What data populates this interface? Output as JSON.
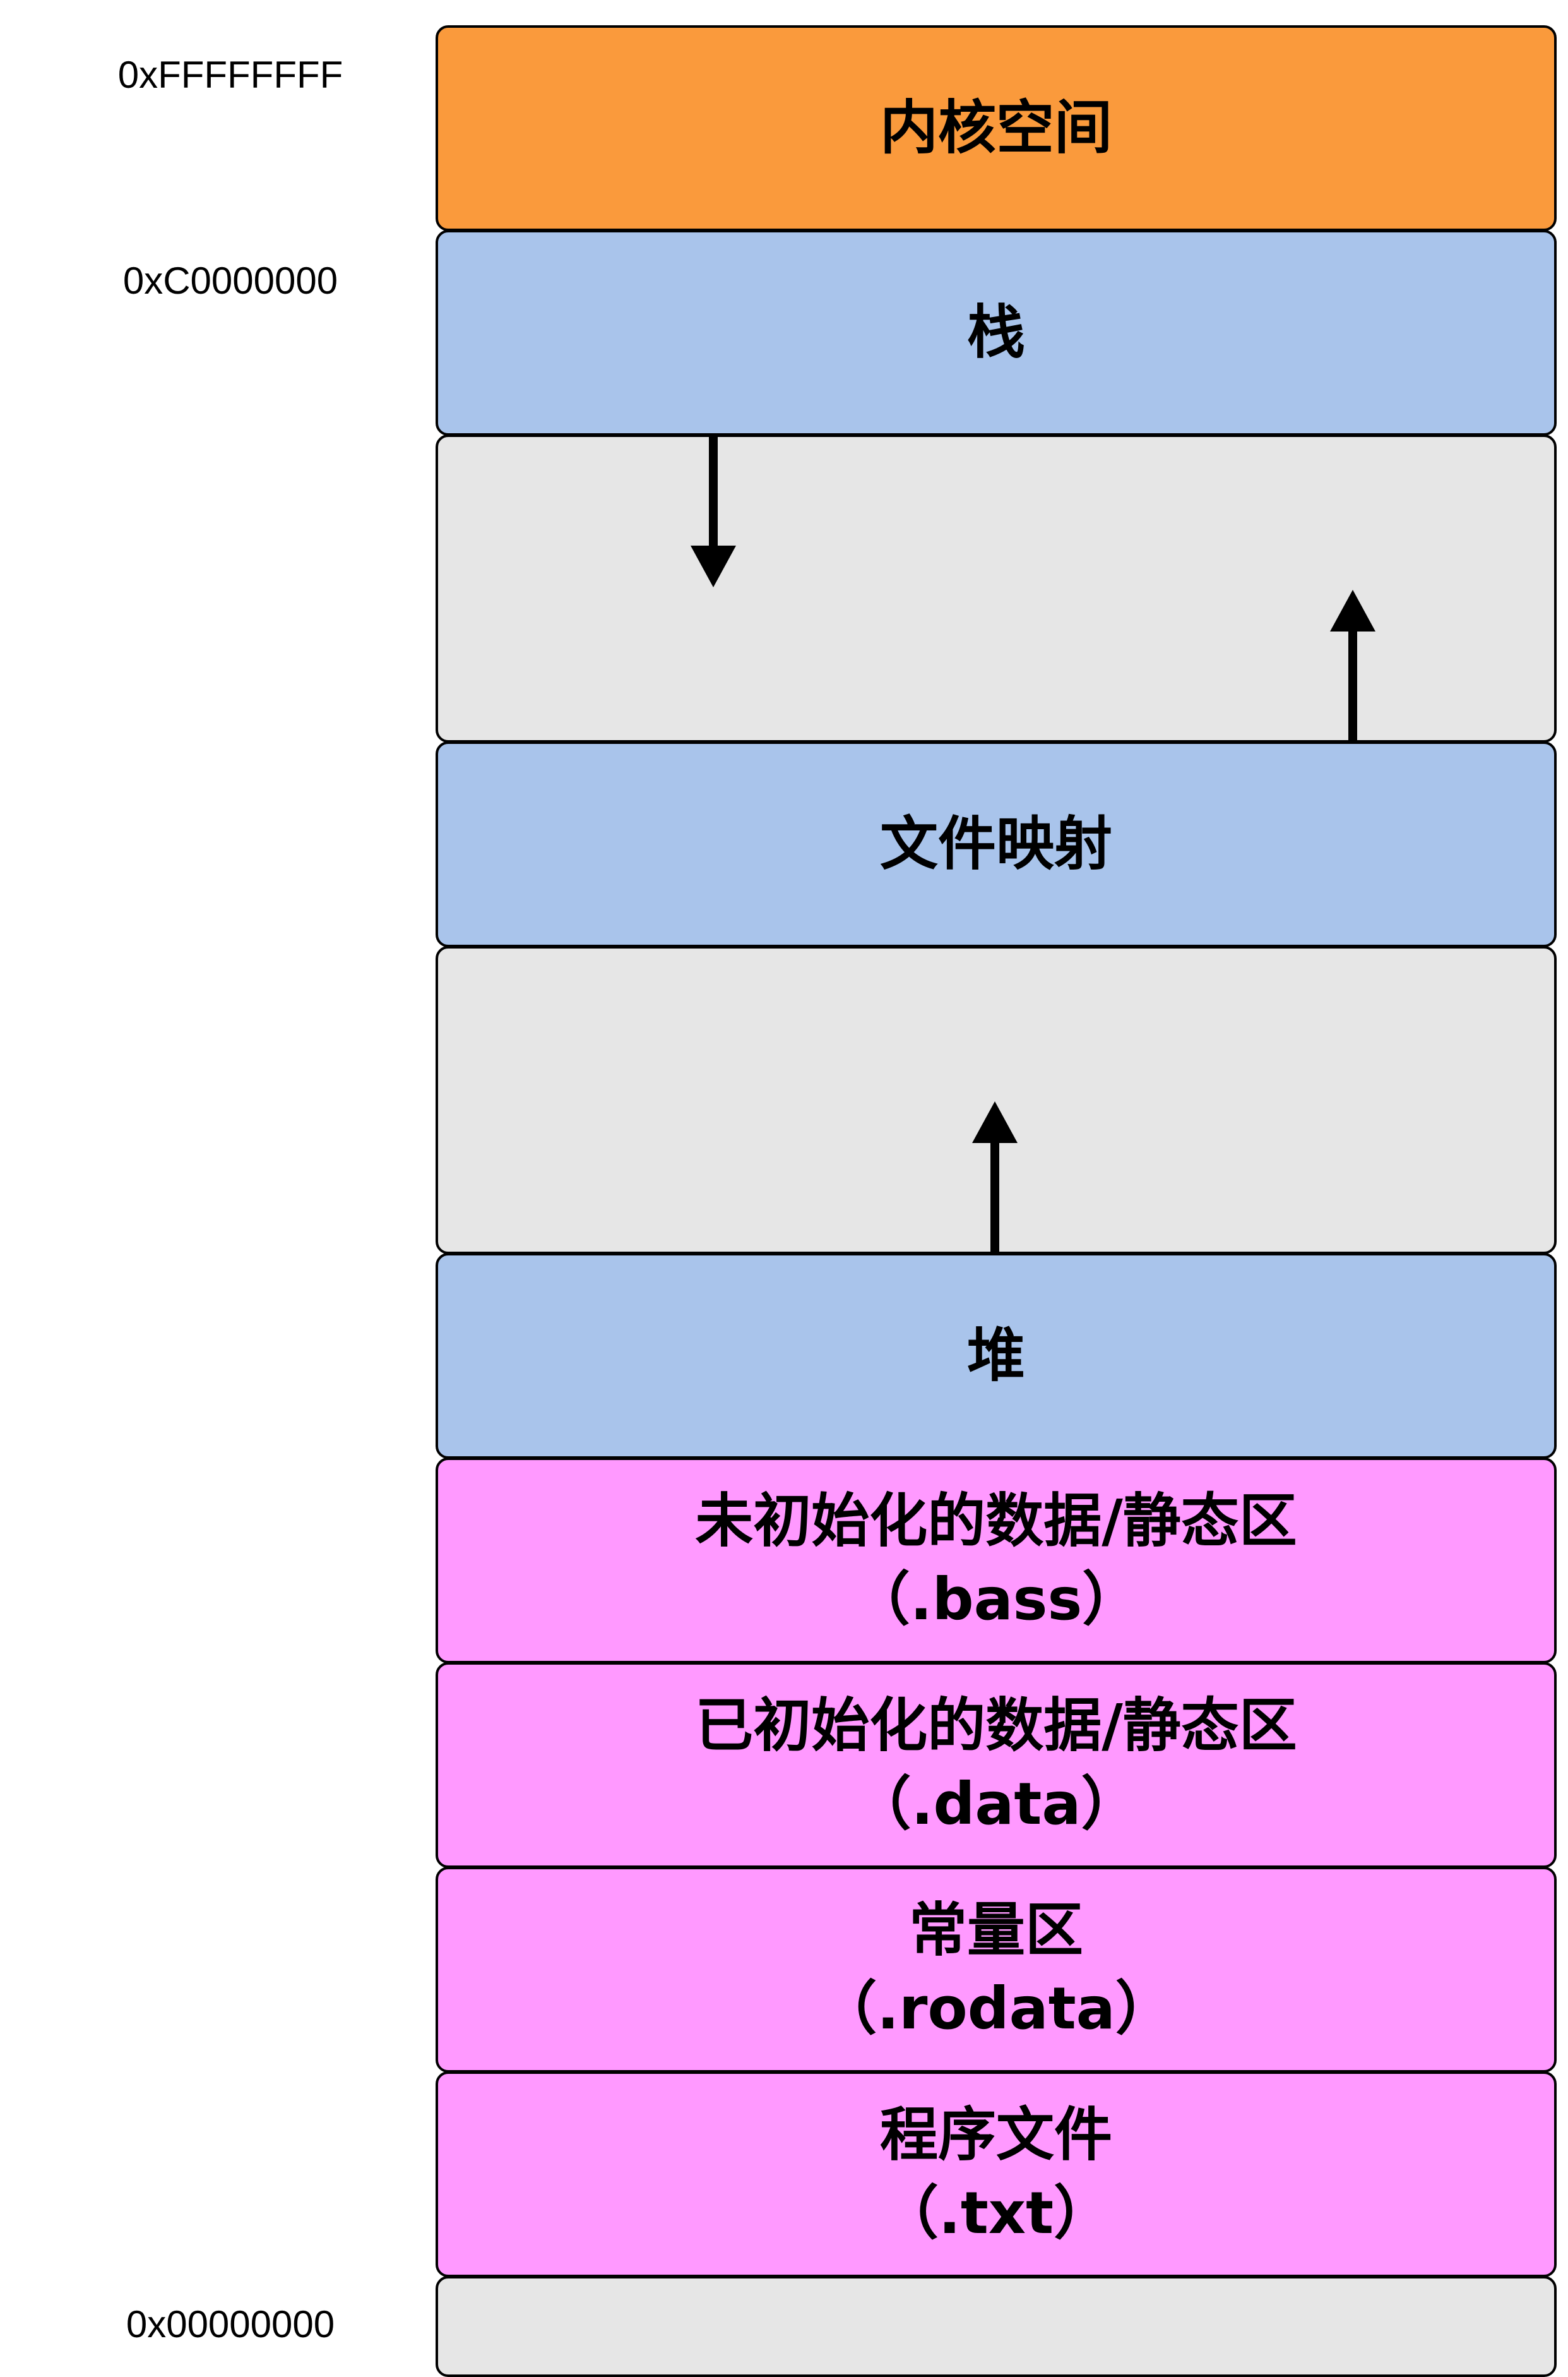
{
  "addresses": {
    "top": "0xFFFFFFFF",
    "kernel_boundary": "0xC0000000",
    "bottom": "0x00000000"
  },
  "segments": {
    "kernel": "内核空间",
    "stack": "栈",
    "mmap": "文件映射",
    "heap": "堆",
    "bss": [
      "未初始化的数据/静态区",
      "（.bass）"
    ],
    "data": [
      "已初始化的数据/静态区",
      "（.data）"
    ],
    "rodata": [
      "常量区",
      "（.rodata）"
    ],
    "text": [
      "程序文件",
      "（.txt）"
    ]
  },
  "colors": {
    "kernel": "#fa9a3c",
    "dynamic": "#a9c4eb",
    "free": "#e6e6e6",
    "static": "#ff99ff"
  }
}
